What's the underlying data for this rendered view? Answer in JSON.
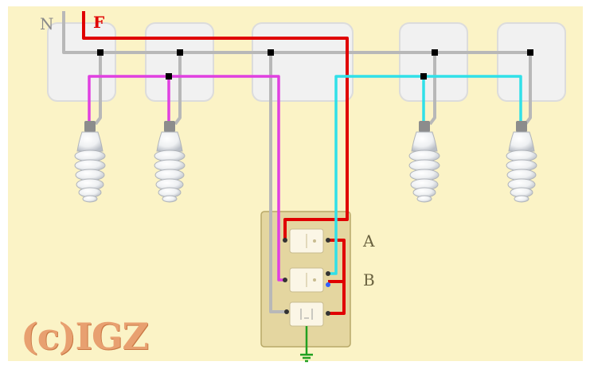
{
  "labels": {
    "neutral": "N",
    "phase": "F",
    "switch_a": "A",
    "switch_b": "B",
    "watermark": "(c)IGZ"
  },
  "colors": {
    "background": "#fbf3c6",
    "neutral_wire": "#b8b8b8",
    "phase_wire": "#e00000",
    "magenta_wire": "#e040e0",
    "cyan_wire": "#30e0e8",
    "ground_wire": "#20a020",
    "box_fill": "#f2ecdc",
    "panel_fill": "#e4d6a0"
  },
  "icons": [
    "bulb-icon",
    "ground-icon",
    "switch-icon",
    "socket-icon",
    "junction-box-icon"
  ]
}
